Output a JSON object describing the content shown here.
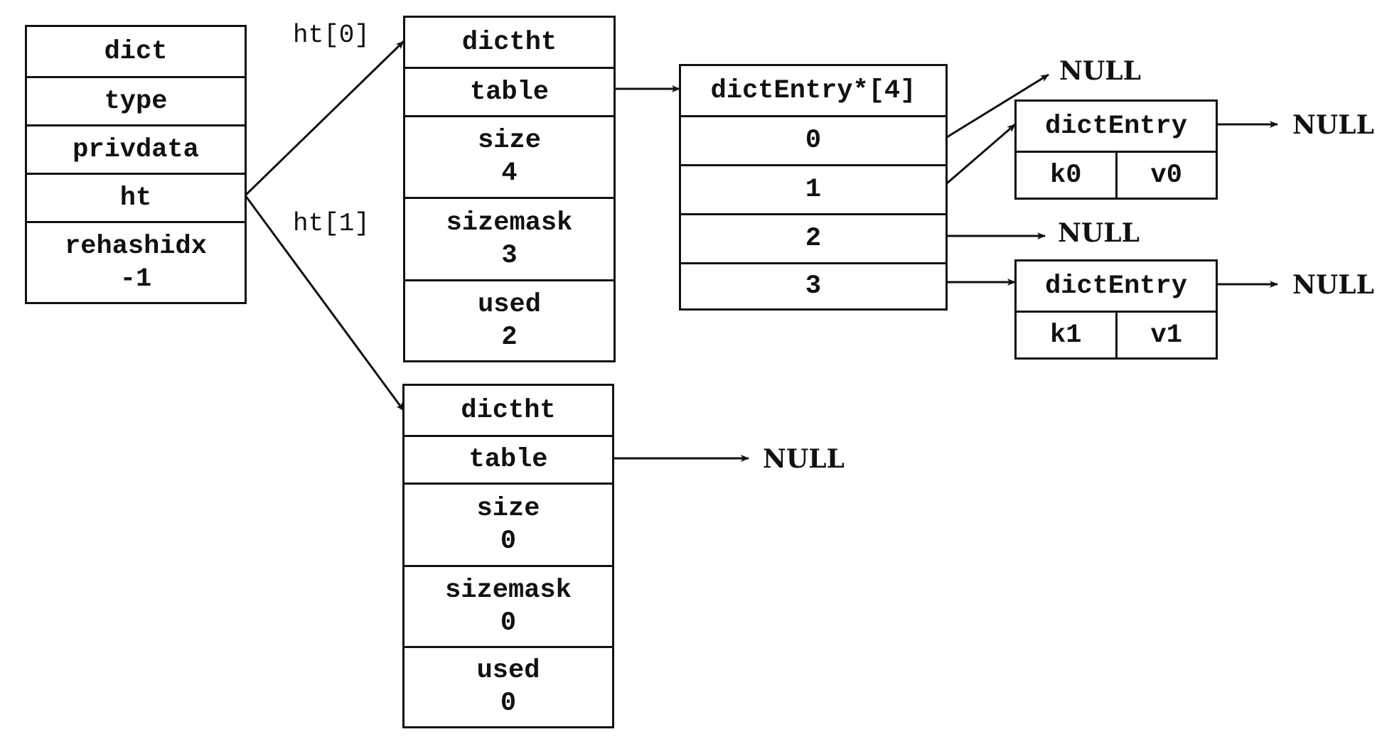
{
  "dict": {
    "title": "dict",
    "fields": [
      "type",
      "privdata",
      "ht"
    ],
    "rehashidx": {
      "name": "rehashidx",
      "value": "-1"
    }
  },
  "ht_labels": [
    "ht[0]",
    "ht[1]"
  ],
  "ht0": {
    "title": "dictht",
    "table": "table",
    "size": {
      "name": "size",
      "value": "4"
    },
    "sizemask": {
      "name": "sizemask",
      "value": "3"
    },
    "used": {
      "name": "used",
      "value": "2"
    }
  },
  "ht1": {
    "title": "dictht",
    "table": "table",
    "table_target": "NULL",
    "size": {
      "name": "size",
      "value": "0"
    },
    "sizemask": {
      "name": "sizemask",
      "value": "0"
    },
    "used": {
      "name": "used",
      "value": "0"
    }
  },
  "bucket_array": {
    "title": "dictEntry*[4]",
    "slots": [
      "0",
      "1",
      "2",
      "3"
    ]
  },
  "entries": [
    {
      "title": "dictEntry",
      "key": "k0",
      "value": "v0",
      "next": "NULL"
    },
    {
      "title": "dictEntry",
      "key": "k1",
      "value": "v1",
      "next": "NULL"
    }
  ],
  "slot_null_labels": [
    "NULL",
    "NULL"
  ]
}
